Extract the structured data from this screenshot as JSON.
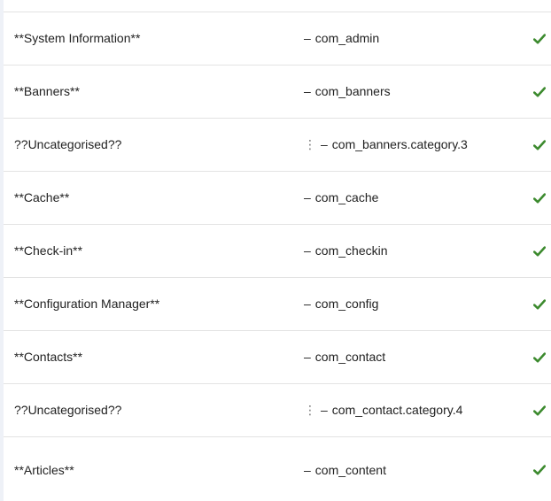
{
  "table": {
    "rows": [
      {
        "name": "**System Information**",
        "dash": "–",
        "indent": "",
        "component": "com_admin",
        "status": "enabled"
      },
      {
        "name": "**Banners**",
        "dash": "–",
        "indent": "",
        "component": "com_banners",
        "status": "enabled"
      },
      {
        "name": "??Uncategorised??",
        "dash": "–",
        "indent": "⋮",
        "component": "com_banners.category.3",
        "status": "enabled"
      },
      {
        "name": "**Cache**",
        "dash": "–",
        "indent": "",
        "component": "com_cache",
        "status": "enabled"
      },
      {
        "name": "**Check-in**",
        "dash": "–",
        "indent": "",
        "component": "com_checkin",
        "status": "enabled"
      },
      {
        "name": "**Configuration Manager**",
        "dash": "–",
        "indent": "",
        "component": "com_config",
        "status": "enabled"
      },
      {
        "name": "**Contacts**",
        "dash": "–",
        "indent": "",
        "component": "com_contact",
        "status": "enabled"
      },
      {
        "name": "??Uncategorised??",
        "dash": "–",
        "indent": "⋮",
        "component": "com_contact.category.4",
        "status": "enabled"
      },
      {
        "name": "**Articles**",
        "dash": "–",
        "indent": "",
        "component": "com_content",
        "status": "enabled"
      }
    ]
  },
  "icons": {
    "status_enabled": "check-icon"
  },
  "colors": {
    "check": "#3c8a2e",
    "border": "#e3e3e3",
    "rail": "#eef1f7",
    "text": "#222222"
  }
}
